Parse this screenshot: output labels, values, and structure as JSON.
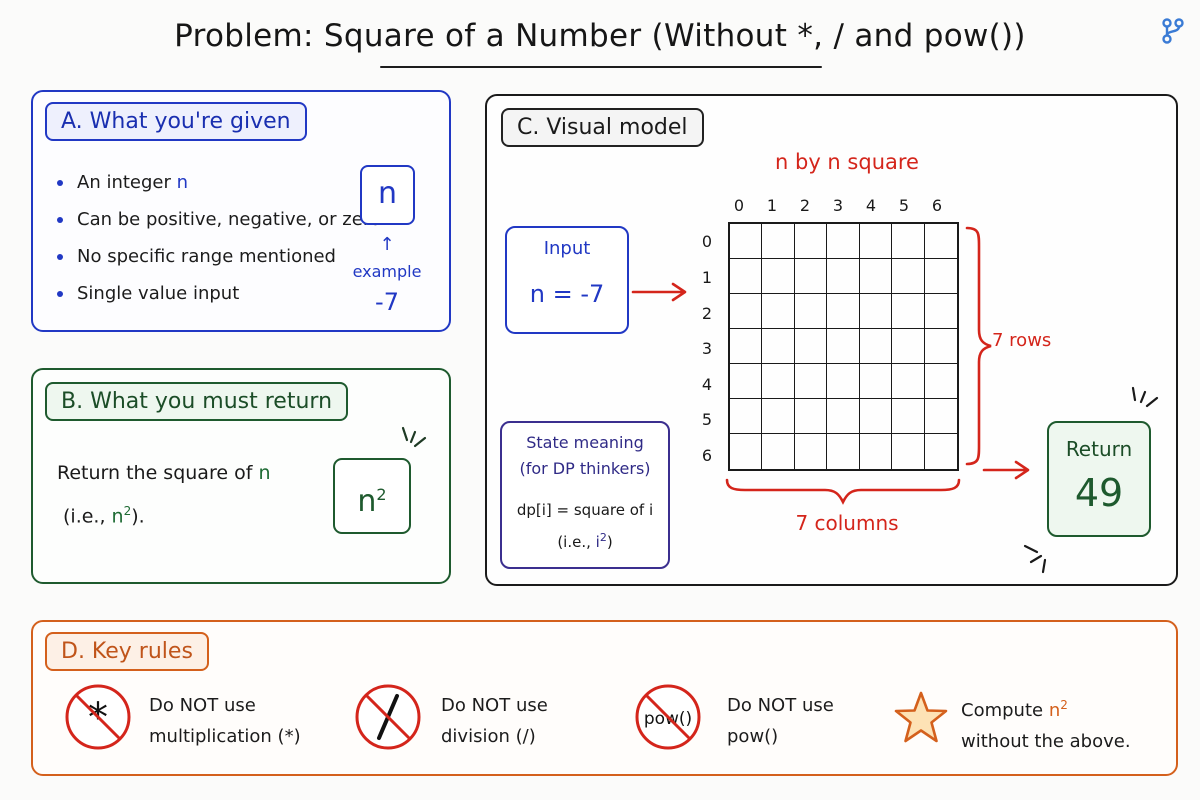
{
  "title": "Problem: Square of a Number (Without *, / and pow())",
  "logo_icon": "branch-icon",
  "colors": {
    "blue": "#2138c4",
    "green": "#1e5a2e",
    "red": "#d4251b",
    "orange": "#d4601c",
    "purple": "#3b2f8f"
  },
  "panel_a": {
    "heading": "A. What you're given",
    "bullets": [
      {
        "text": "An integer ",
        "highlight": "n"
      },
      {
        "text": "Can be positive, negative, or zero",
        "highlight": ""
      },
      {
        "text": "No specific range mentioned",
        "highlight": ""
      },
      {
        "text": "Single value input",
        "highlight": ""
      }
    ],
    "box_symbol": "n",
    "arrow": "↑",
    "example_label": "example",
    "example_value": "-7"
  },
  "panel_b": {
    "heading": "B. What you must return",
    "line1": "Return the square of ",
    "line1_var": "n",
    "line2_prefix": "(i.e., ",
    "line2_var": "n",
    "line2_sup": "2",
    "line2_suffix": ").",
    "box_base": "n",
    "box_sup": "2"
  },
  "panel_c": {
    "heading": "C. Visual model",
    "grid_title": "n by n square",
    "col_indices": [
      "0",
      "1",
      "2",
      "3",
      "4",
      "5",
      "6"
    ],
    "row_indices": [
      "0",
      "1",
      "2",
      "3",
      "4",
      "5",
      "6"
    ],
    "grid_rows": 7,
    "grid_cols": 7,
    "input_label": "Input",
    "input_value": "n = -7",
    "rows_label": "7 rows",
    "cols_label": "7 columns",
    "state_line1": "State meaning",
    "state_line2": "(for DP thinkers)",
    "state_dp": "dp[i] = square of i",
    "state_ie_prefix": "(i.e., ",
    "state_ie_var": "i",
    "state_ie_sup": "2",
    "state_ie_suffix": ")",
    "return_label": "Return",
    "return_value": "49"
  },
  "panel_d": {
    "heading": "D. Key rules",
    "rules": [
      {
        "icon": "no-multiplication-icon",
        "symbol": "*",
        "line1": "Do NOT use",
        "line2": "multiplication (*)"
      },
      {
        "icon": "no-division-icon",
        "symbol": "/",
        "line1": "Do NOT use",
        "line2": "division (/)"
      },
      {
        "icon": "no-pow-icon",
        "symbol": "pow()",
        "line1": "Do NOT use",
        "line2": "pow()"
      },
      {
        "icon": "star-icon",
        "symbol": "",
        "line1_prefix": "Compute ",
        "line1_var": "n",
        "line1_sup": "2",
        "line2": "without the above."
      }
    ]
  }
}
